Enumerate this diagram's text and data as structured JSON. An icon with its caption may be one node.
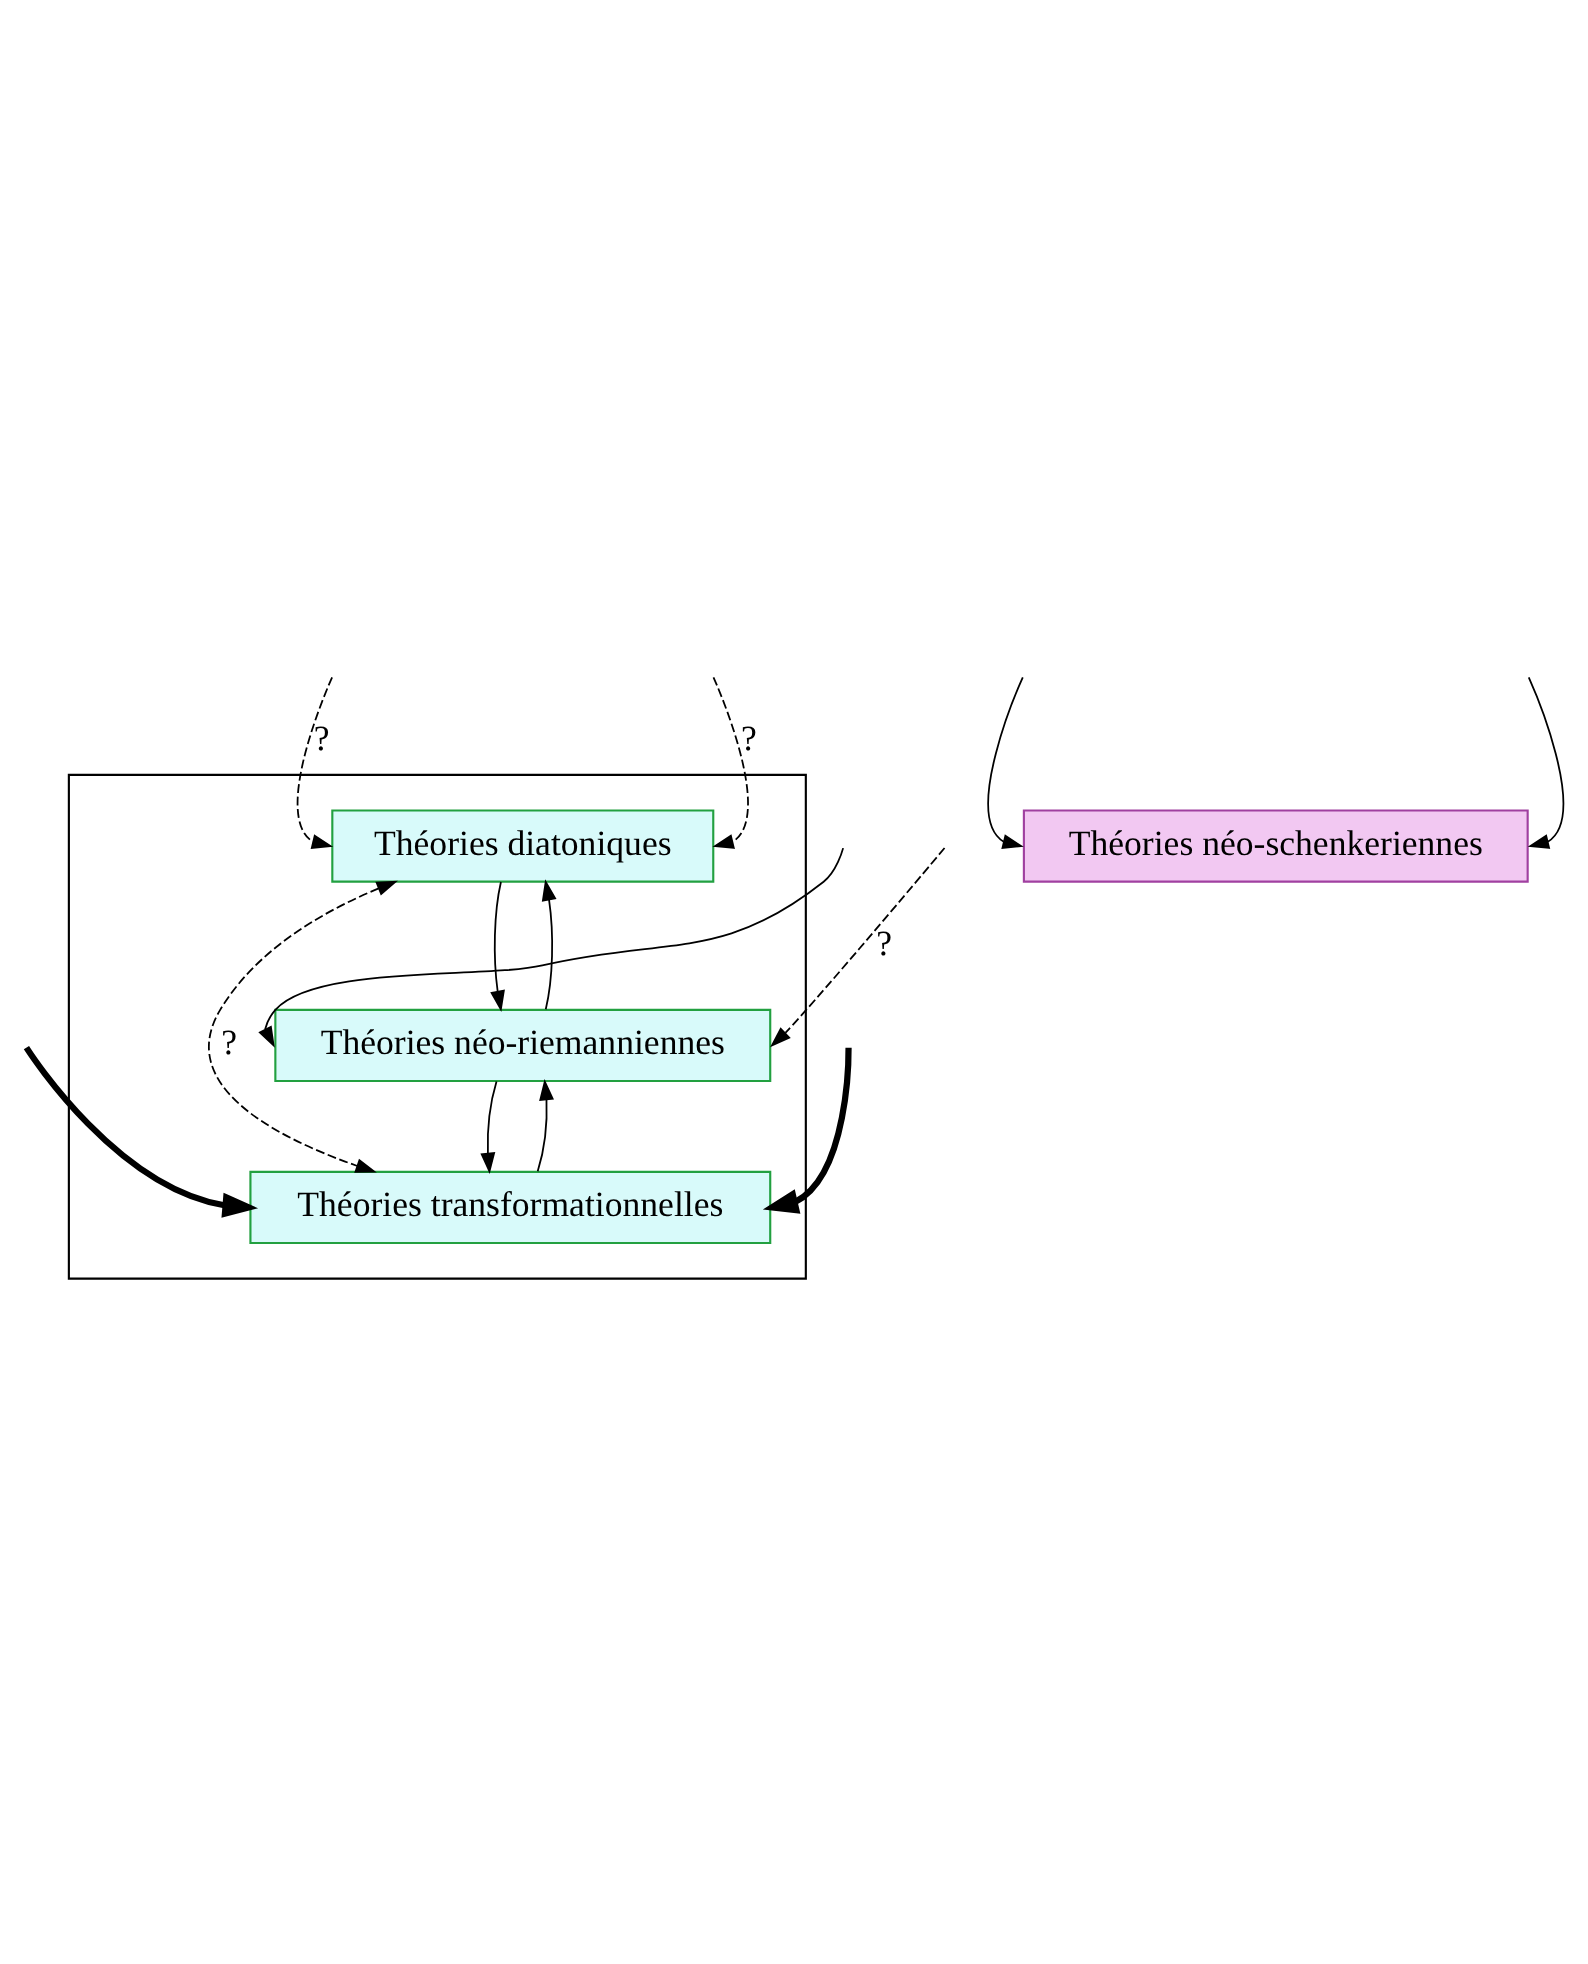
{
  "diagram": {
    "nodes": [
      {
        "text": [],
        "shape": "box"
      },
      {
        "text": [
          "Théories diatoniques"
        ],
        "in": 0
      },
      {
        "text": [
          "Théories néo-riemanniennes"
        ],
        "in": 0
      },
      {
        "text": [
          "Théories transformationnelles"
        ],
        "in": 0
      },
      {
        "text": [
          "Théories néo-schenkeriennes"
        ]
      }
    ],
    "edges": [
      {
        "from": 1,
        "to": 2,
        "arrow": "to"
      },
      {
        "from": 2,
        "to": 1,
        "arrow": "to"
      },
      {
        "from": 3,
        "to": 2,
        "arrow": "to"
      },
      {
        "from": 2,
        "to": 3,
        "arrow": "to"
      },
      {
        "from": 1,
        "to": 3,
        "arrow": "both",
        "style": "dashed",
        "label": "?"
      },
      {
        "from": null,
        "to": 1,
        "arrow": "to",
        "style": "dashed",
        "label": "?"
      },
      {
        "from": null,
        "to": 1,
        "arrow": "to",
        "style": "dashed",
        "label": "?"
      },
      {
        "from": null,
        "to": 2,
        "arrow": "to"
      },
      {
        "from": null,
        "to": 2,
        "arrow": "to",
        "style": "dashed",
        "label": "?"
      },
      {
        "from": null,
        "to": 3,
        "arrow": "to",
        "style": "thick"
      },
      {
        "from": null,
        "to": 3,
        "arrow": "to",
        "style": "thick"
      },
      {
        "from": null,
        "to": 4,
        "arrow": "to"
      },
      {
        "from": null,
        "to": 4,
        "arrow": "to"
      }
    ]
  }
}
